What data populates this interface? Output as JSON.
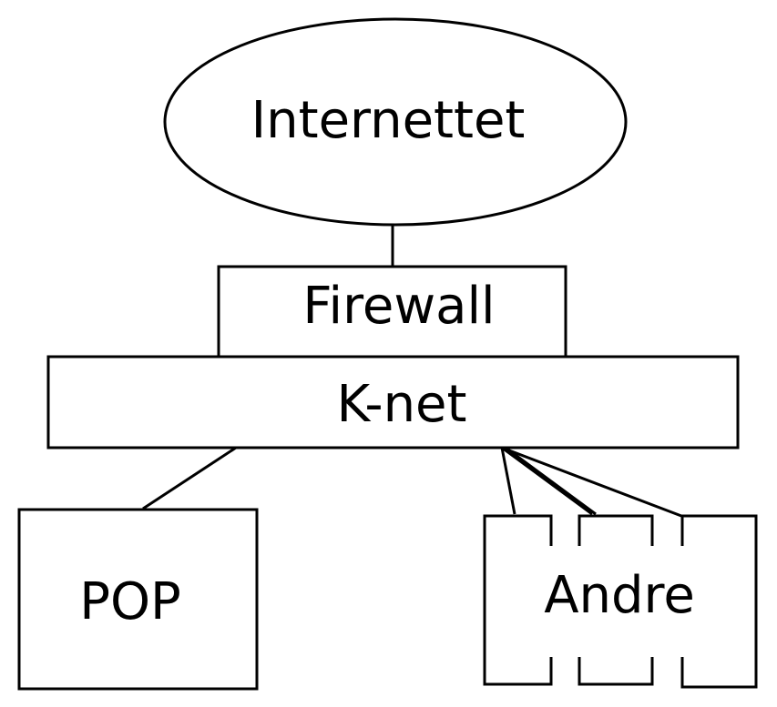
{
  "diagram": {
    "nodes": {
      "internet": "Internettet",
      "firewall": "Firewall",
      "knet": "K-net",
      "pop": "POP",
      "andre": "Andre"
    }
  },
  "colors": {
    "stroke": "#000000",
    "background": "#ffffff"
  }
}
